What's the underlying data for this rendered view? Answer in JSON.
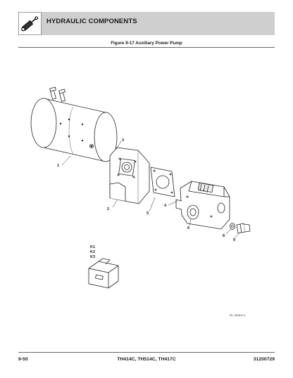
{
  "header": {
    "title": "HYDRAULIC COMPONENTS",
    "icon": "hydraulic-cylinder-icon"
  },
  "figure": {
    "caption": "Figure 9-17 Auxiliary Power Pump",
    "drawing_id": "MT_HM0422 D"
  },
  "callouts": {
    "c1": "1",
    "c2": "2",
    "c3": "3",
    "c4": "4",
    "c5": "5",
    "c6": "6",
    "c8": "8",
    "c9": "9"
  },
  "kit": {
    "k1": "K1",
    "k2": "K2",
    "k3": "K3"
  },
  "footer": {
    "page_number": "9-50",
    "models": "TH414C, TH514C, TH417C",
    "doc_number": "31200729"
  },
  "colors": {
    "header_bar": "#cfcfcf",
    "line_art": "#222222"
  }
}
